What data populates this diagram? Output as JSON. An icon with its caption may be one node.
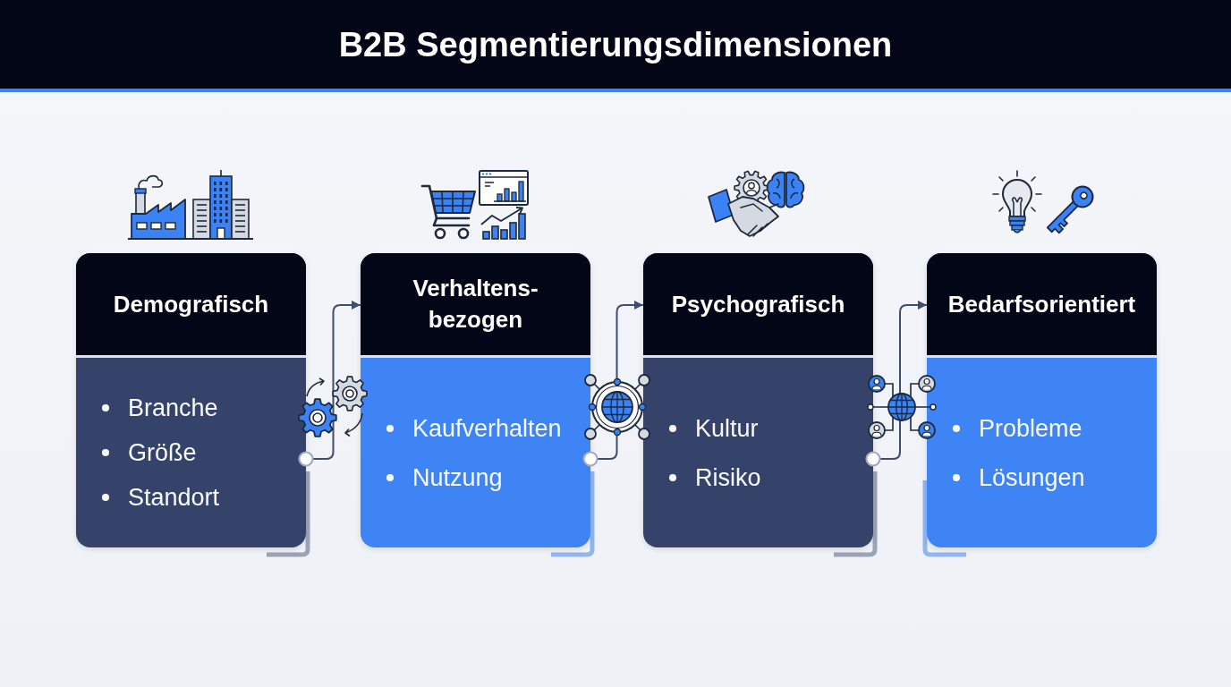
{
  "diagram": {
    "title": "B2B Segmentierungsdimensionen",
    "nodes": [
      {
        "text": [
          "Demografisch",
          "Branche",
          "Größe",
          "Standort"
        ]
      },
      {
        "text": [
          "Verhaltens- bezogen",
          "Kaufverhalten",
          "Nutzung"
        ]
      },
      {
        "text": [
          "Psychografisch",
          "Kultur",
          "Risiko"
        ]
      },
      {
        "text": [
          "Bedarfsorientiert",
          "Probleme",
          "Lösungen"
        ]
      }
    ],
    "edges": [
      {
        "from": 0,
        "to": 1,
        "arrow": "to"
      },
      {
        "from": 1,
        "to": 2,
        "arrow": "to"
      },
      {
        "from": 2,
        "to": 3,
        "arrow": "to"
      }
    ]
  }
}
